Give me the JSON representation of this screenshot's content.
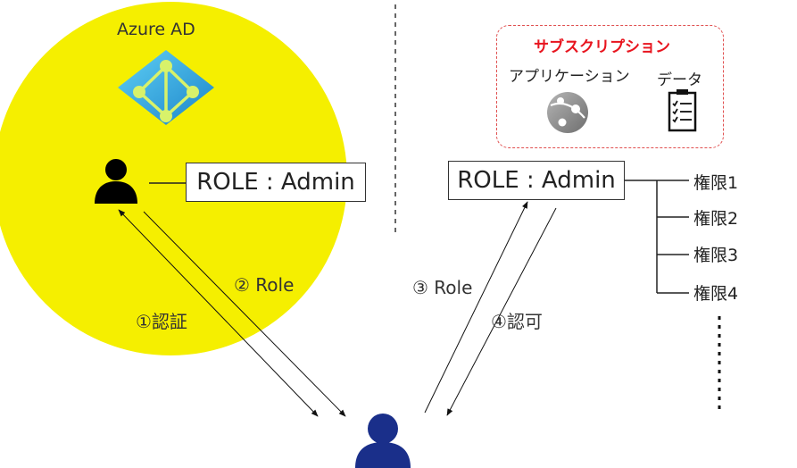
{
  "azure_ad": {
    "label": "Azure AD",
    "circle_color": "#f5ef00",
    "icon": "azure-ad-icon"
  },
  "role_left": {
    "text": "ROLE : Admin"
  },
  "role_right": {
    "text": "ROLE : Admin"
  },
  "subscription": {
    "title": "サブスクリプション",
    "title_color": "#e8141e",
    "application_label": "アプリケーション",
    "data_label": "データ",
    "application_icon": "app-service-icon",
    "data_icon": "checklist-icon"
  },
  "steps": {
    "step1": "①認証",
    "step2": "② Role",
    "step3": "③ Role",
    "step4": "④認可"
  },
  "permissions": [
    "権限1",
    "権限2",
    "権限3",
    "権限4"
  ],
  "users": {
    "admin_icon": "person-icon",
    "admin_color": "#000000",
    "client_icon": "person-icon",
    "client_color": "#1a2f8a"
  }
}
